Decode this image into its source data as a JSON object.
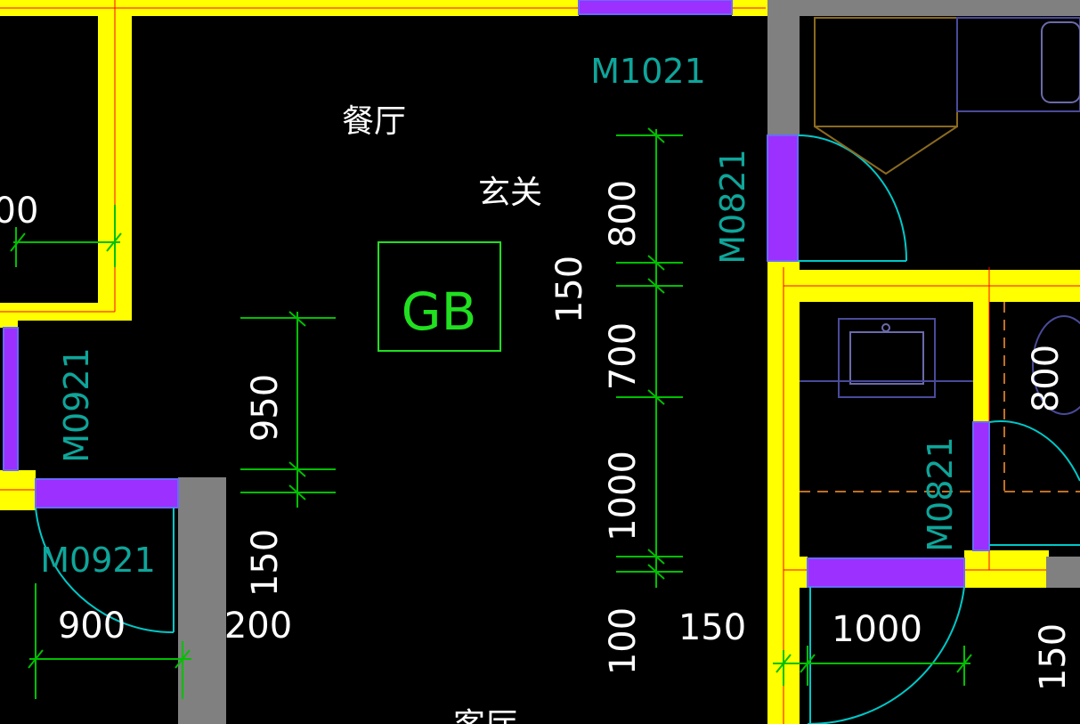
{
  "drawing": {
    "rooms": {
      "dining": "餐厅",
      "foyer": "玄关",
      "living": "客厅"
    },
    "doors": {
      "m1021": "M1021",
      "m0821_top": "M0821",
      "m0921_left": "M0921",
      "m0921_bottom": "M0921",
      "m0821_right": "M0821"
    },
    "block": "GB",
    "dimensions": {
      "d_00_top_left": "00",
      "d_950": "950",
      "d_150_left": "150",
      "d_900": "900",
      "d_200": "200",
      "d_150_mid": "150",
      "d_800": "800",
      "d_700": "700",
      "d_1000_vertical": "1000",
      "d_100": "100",
      "d_150_bottom": "150",
      "d_1000_horizontal": "1000",
      "d_800_right": "800",
      "d_150_right_edge": "150"
    },
    "colors": {
      "background": "#000000",
      "wall": "#ffff00",
      "door_leaf": "#9b30ff",
      "door_arc": "#00c8c8",
      "dimension_line": "#00c000",
      "column": "#808080",
      "fixture": "#4a4a9a",
      "cabinet": "#8a6a20"
    }
  }
}
